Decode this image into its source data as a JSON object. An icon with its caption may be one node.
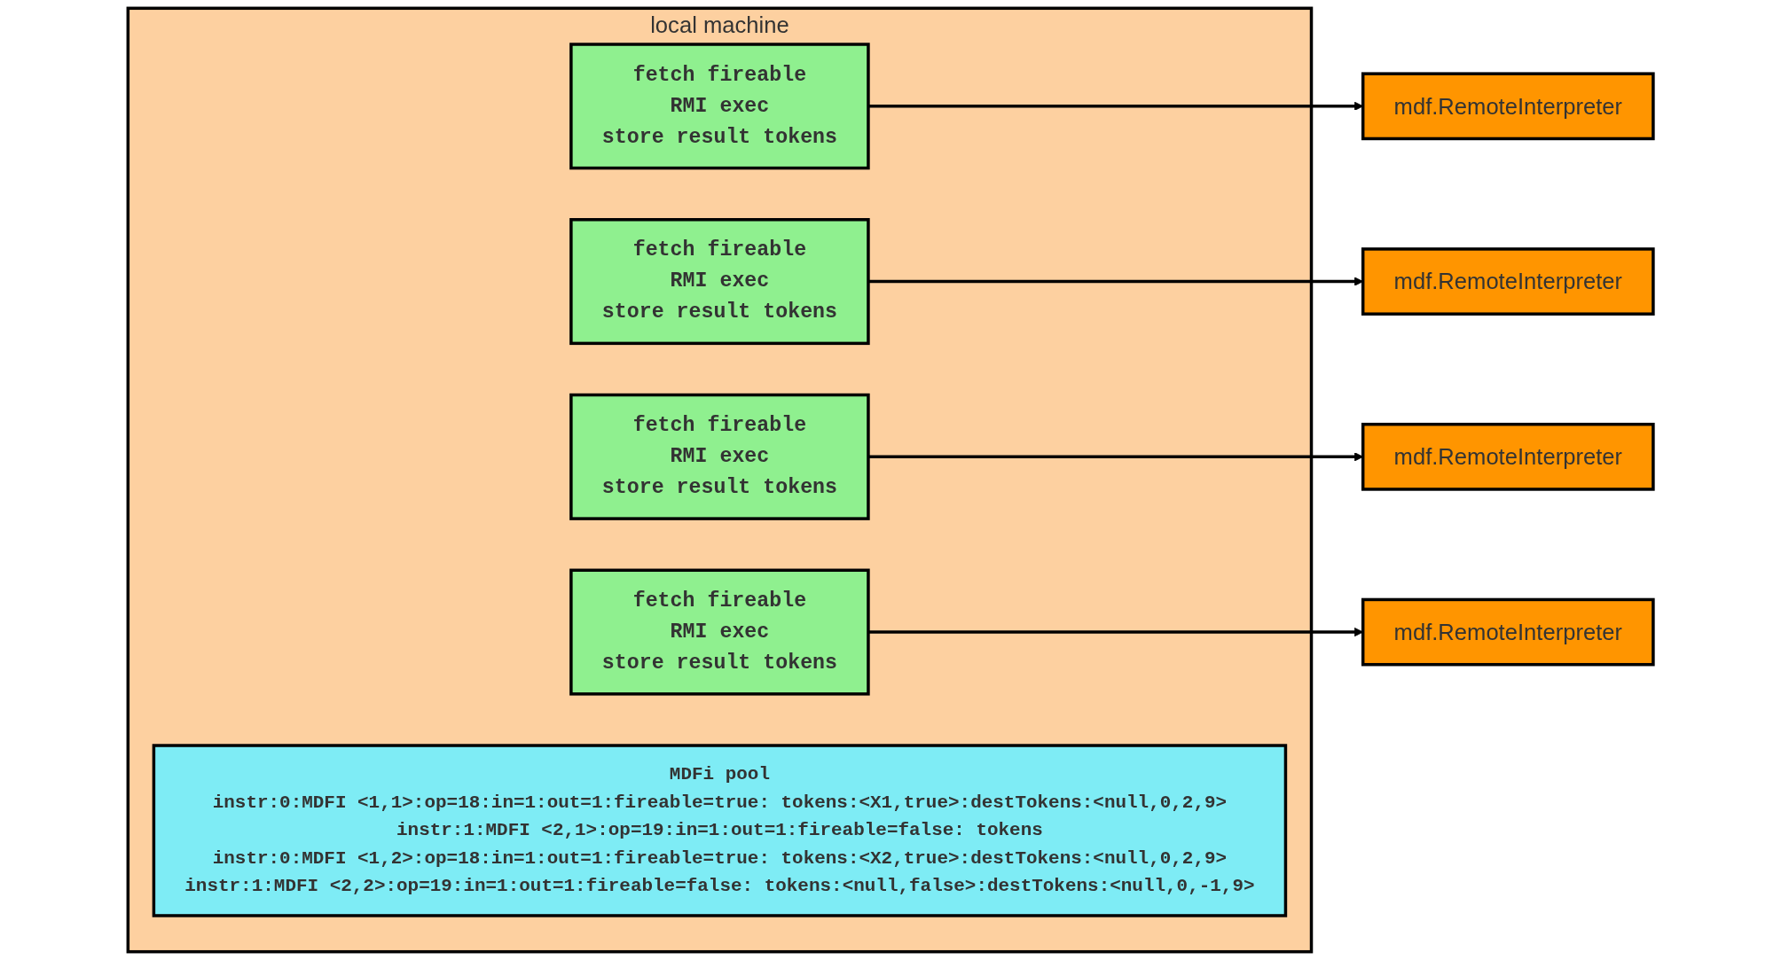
{
  "diagram": {
    "nodes": [
      {
        "text": [
          "local machine"
        ]
      },
      {
        "text": [
          "fetch fireable",
          "RMI exec",
          "store result tokens"
        ],
        "in": 0
      },
      {
        "text": [
          "fetch fireable",
          "RMI exec",
          "store result tokens"
        ],
        "in": 0
      },
      {
        "text": [
          "fetch fireable",
          "RMI exec",
          "store result tokens"
        ],
        "in": 0
      },
      {
        "text": [
          "fetch fireable",
          "RMI exec",
          "store result tokens"
        ],
        "in": 0
      },
      {
        "text": [
          "MDFi pool",
          "instr:0:MDFI <1,1>:op=18:in=1:out=1:fireable=true: tokens:<X1,true>:destTokens:<null,0,2,9>",
          "instr:1:MDFI <2,1>:op=19:in=1:out=1:fireable=false: tokens",
          "instr:0:MDFI <1,2>:op=18:in=1:out=1:fireable=true: tokens:<X2,true>:destTokens:<null,0,2,9>",
          "instr:1:MDFI <2,2>:op=19:in=1:out=1:fireable=false: tokens:<null,false>:destTokens:<null,0,-1,9>"
        ],
        "in": 0
      },
      {
        "text": [
          "mdf.RemoteInterpreter"
        ]
      },
      {
        "text": [
          "mdf.RemoteInterpreter"
        ]
      },
      {
        "text": [
          "mdf.RemoteInterpreter"
        ]
      },
      {
        "text": [
          "mdf.RemoteInterpreter"
        ]
      }
    ],
    "edges": [
      {
        "from": 1,
        "to": 6,
        "arrow": "to"
      },
      {
        "from": 2,
        "to": 7,
        "arrow": "to"
      },
      {
        "from": 3,
        "to": 8,
        "arrow": "to"
      },
      {
        "from": 4,
        "to": 9,
        "arrow": "to"
      }
    ]
  }
}
